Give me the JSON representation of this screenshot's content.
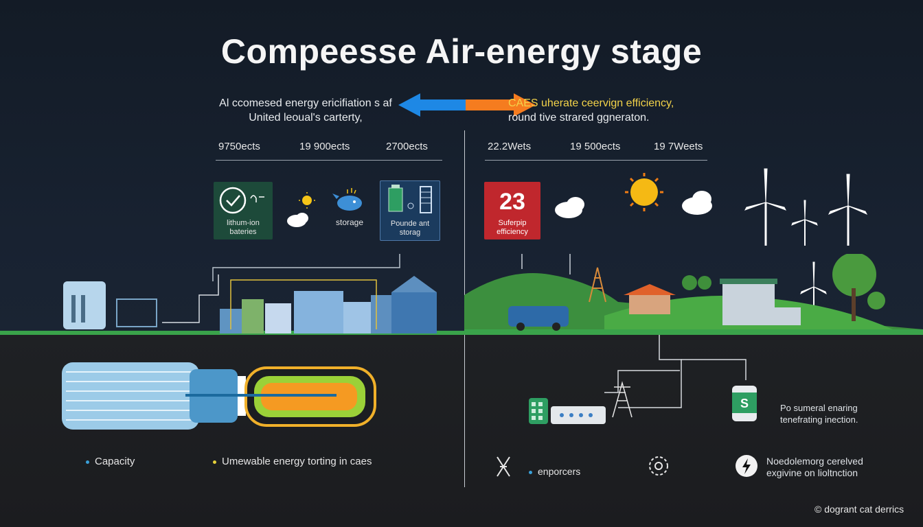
{
  "title": "Compeesse Air-energy stage",
  "subtitle_left": [
    "Al ccomesed energy ericifiation s af",
    "United leoual's carterty,"
  ],
  "subtitle_right": {
    "line1": "CAES uherate ceervign efficiency,",
    "line2": "round tive strared ggneraton."
  },
  "stats_left": [
    "9750ects",
    "19 900ects",
    "2700ects"
  ],
  "stats_right": [
    "22.2Wets",
    "19 500ects",
    "19 7Weets"
  ],
  "cards_left": [
    {
      "label": "lithum-ion\nbateries",
      "icon": "gauge-check-icon",
      "color": "#1d4a3a"
    },
    {
      "label": "storage",
      "icon": "whale-storage-icon"
    },
    {
      "label": "Pounde ant\nstorag",
      "icon": "battery-pack-icon",
      "color": "#1b3b5e"
    }
  ],
  "card_right": {
    "value": "23",
    "label": "Suferpip\nefficiency",
    "color": "#c0272d"
  },
  "bottom_left": {
    "label1": "Capacity",
    "label2": "Umewable energy torting in caes",
    "dot1_color": "#3aa0d8",
    "dot2_color": "#e6d23a"
  },
  "bottom_right": {
    "enporcers": "enporcers",
    "grid_note": [
      "Po sumeral enaring",
      "tenefrating inection."
    ],
    "note2": [
      "Noedolemorg cerelved",
      "exgivine on lioltnction"
    ],
    "credit": "© dogrant cat derrics"
  },
  "colors": {
    "arrow_left": "#1e88e5",
    "arrow_right": "#f57c1f",
    "grass": "#3aa34a"
  }
}
